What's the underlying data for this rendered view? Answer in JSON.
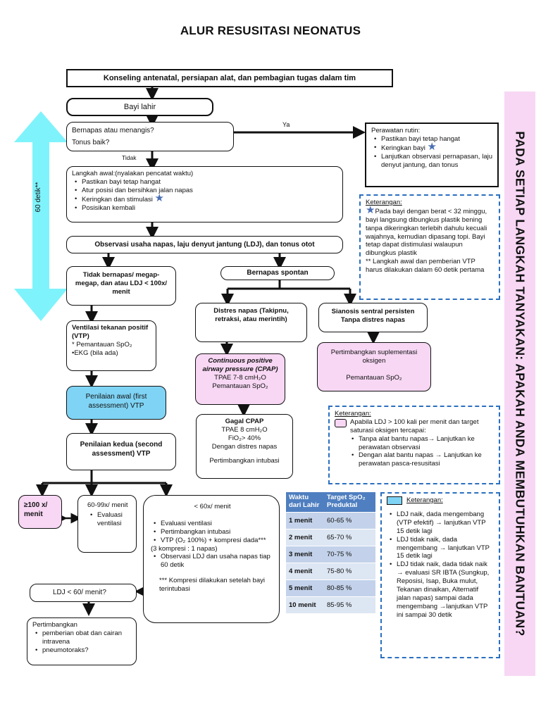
{
  "title": "ALUR RESUSITASI NEONATUS",
  "side_banner": "PADA SETIAP LANGKAH TANYAKAN: APAKAH ANDA MEMBUTUHKAN BANTUAN?",
  "arrow_label": "60 detik**",
  "yes_label": "Ya",
  "no_label": "Tidak",
  "nodes": {
    "antenatal": "Konseling antenatal, persiapan alat, dan pembagian tugas dalam tim",
    "born": "Bayi lahir",
    "question_1": "Bernapas atau menangis?",
    "question_2": "Tonus baik?",
    "routine": {
      "title": "Perawatan rutin:",
      "items": [
        "Pastikan bayi tetap hangat",
        "Keringkan bayi",
        "Lanjutkan observasi pernapasan, laju denyut jantung, dan tonus"
      ]
    },
    "initial_steps": {
      "title": "Langkah awal:(nyalakan pencatat waktu)",
      "items": [
        "Pastikan bayi tetap hangat",
        "Atur posisi dan bersihkan jalan napas",
        "Keringkan dan stimulasi",
        "Posisikan kembali"
      ]
    },
    "observe": "Observasi usaha napas, laju denyut jantung (LDJ), dan tonus otot",
    "not_breathing": "Tidak bernapas/ megap-megap, dan atau LDJ < 100x/ menit",
    "spontaneous": "Bernapas spontan",
    "distress": "Distres napas (Takipnu, retraksi, atau merintih)",
    "cyanosis": "Sianosis sentral persisten Tanpa distres napas",
    "vtp": {
      "title": "Ventilasi tekanan positif (VTP)",
      "items": [
        "* Pemantauan SpO₂",
        "•EKG (bila ada)"
      ]
    },
    "cpap": {
      "title": "Continuous positive airway pressure (CPAP)",
      "line1": "TPAE 7-8 cmH₂O",
      "line2": "Pemantauan SpO₂"
    },
    "oxygen": {
      "line1": "Pertimbangkan suplementasi oksigen",
      "line2": "Pemantauan SpO₂"
    },
    "first_assessment": "Penilaian awal (first assessment) VTP",
    "cpap_fail": {
      "title": "Gagal CPAP",
      "lines": [
        "TPAE 8 cmH₂O",
        "FiO₂> 40%",
        "Dengan distres napas"
      ],
      "footer": "Pertimbangkan intubasi"
    },
    "second_assessment": "Penilaian kedua (second assessment) VTP",
    "hr_100": "≥100 x/ menit",
    "hr_60_99": {
      "title": "60-99x/ menit",
      "items": [
        "Evaluasi ventilasi"
      ]
    },
    "hr_lt60": {
      "title": "< 60x/ menit",
      "items": [
        "Evaluasi ventilasi",
        "Pertimbangkan intubasi",
        "VTP (O₂ 100%) + kompresi dada***",
        "(3 kompresi : 1 napas)",
        "Observasi LDJ dan usaha napas tiap 60 detik"
      ],
      "footnote": "*** Kompresi dilakukan setelah bayi terintubasi"
    },
    "ldj_question": "LDJ < 60/ menit?",
    "consider": {
      "title": "Pertimbangkan",
      "items": [
        "pemberian obat dan cairan intravena",
        "pneumotoraks?"
      ]
    }
  },
  "notes": {
    "note_1": {
      "title": "Keterangan:",
      "text": "Pada bayi dengan berat < 32 minggu, bayi langsung dibungkus plastik bening tanpa dikeringkan terlebih dahulu kecuali wajahnya, kemudian dipasang topi. Bayi tetap dapat distimulasi walaupun dibungkus plastik",
      "text2": "** Langkah awal dan pemberian VTP harus dilakukan dalam 60 detik pertama"
    },
    "note_2": {
      "title": "Keterangan:",
      "intro": "Apabila LDJ > 100 kali per menit dan target saturasi oksigen tercapai:",
      "items": [
        "Tanpa alat bantu napas→ Lanjutkan ke perawatan observasi",
        "Dengan alat bantu napas → Lanjutkan ke perawatan pasca-resusitasi"
      ]
    },
    "note_3": {
      "title": "Keterangan:",
      "items": [
        "LDJ naik, dada mengembang (VTP efektif) → lanjutkan VTP 15 detik lagi",
        "LDJ tidak naik, dada mengembang → lanjutkan VTP 15 detik lagi",
        "LDJ tidak naik, dada tidak naik → evaluasi SR IBTA (Sungkup, Reposisi, Isap, Buka mulut, Tekanan dinaikan, Alternatif jalan napas) sampai dada mengembang →lanjutkan VTP ini sampai 30 detik"
      ]
    }
  },
  "spo2_table": {
    "headers": [
      "Waktu dari Lahir",
      "Target SpO₂ Preduktal"
    ],
    "rows": [
      [
        "1 menit",
        "60-65 %"
      ],
      [
        "2 menit",
        "65-70 %"
      ],
      [
        "3 menit",
        "70-75 %"
      ],
      [
        "4 menit",
        "75-80 %"
      ],
      [
        "5 menit",
        "80-85 %"
      ],
      [
        "10 menit",
        "85-95 %"
      ]
    ]
  },
  "colors": {
    "cyan_arrow": "#7ff3fb",
    "pink": "#f7d7f4",
    "blue_box": "#7fd4f5",
    "note_border": "#2b6fc0",
    "table_header": "#4f7fc0"
  }
}
